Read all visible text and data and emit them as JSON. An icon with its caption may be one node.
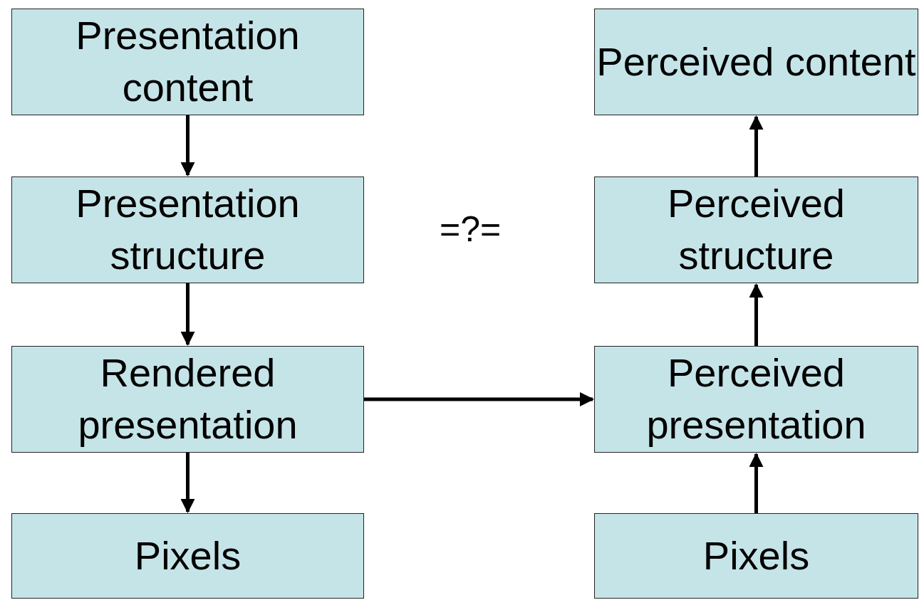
{
  "diagram": {
    "nodes": [
      {
        "text": [
          "Presentation content"
        ]
      },
      {
        "text": [
          "Presentation structure"
        ]
      },
      {
        "text": [
          "Rendered presentation"
        ]
      },
      {
        "text": [
          "Pixels"
        ]
      },
      {
        "text": [
          "Perceived content"
        ]
      },
      {
        "text": [
          "Perceived structure"
        ]
      },
      {
        "text": [
          "Perceived presentation"
        ]
      },
      {
        "text": [
          "Pixels"
        ]
      }
    ],
    "edges": [
      {
        "from": 0,
        "to": 1,
        "arrow": "to"
      },
      {
        "from": 1,
        "to": 2,
        "arrow": "to"
      },
      {
        "from": 2,
        "to": 3,
        "arrow": "to"
      },
      {
        "from": 7,
        "to": 6,
        "arrow": "to"
      },
      {
        "from": 6,
        "to": 5,
        "arrow": "to"
      },
      {
        "from": 5,
        "to": 4,
        "arrow": "to"
      },
      {
        "from": 2,
        "to": 6,
        "arrow": "to"
      }
    ],
    "labels": [
      "=?="
    ]
  }
}
